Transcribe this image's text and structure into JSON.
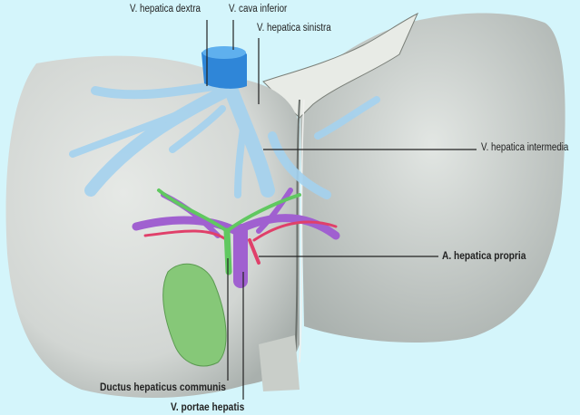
{
  "labels": {
    "v_hepatica_dextra": "V. hepatica dextra",
    "v_cava_inferior": "V. cava inferior",
    "v_hepatica_sinistra": "V. hepatica sinistra",
    "v_hepatica_intermedia": "V. hepatica intermedia",
    "a_hepatica_propria": "A. hepatica propria",
    "ductus_hepaticus_communis": "Ductus hepaticus communis",
    "v_portae_hepatis": "V. portae hepatis"
  },
  "colors": {
    "background": "#d4f5fb",
    "liver": "#d8dcd8",
    "veins": "#9fd0ee",
    "cava": "#2f86d8",
    "portal_vein": "#a060d0",
    "artery": "#e0406a",
    "bile_duct": "#60c860",
    "gallbladder": "#80c070"
  }
}
